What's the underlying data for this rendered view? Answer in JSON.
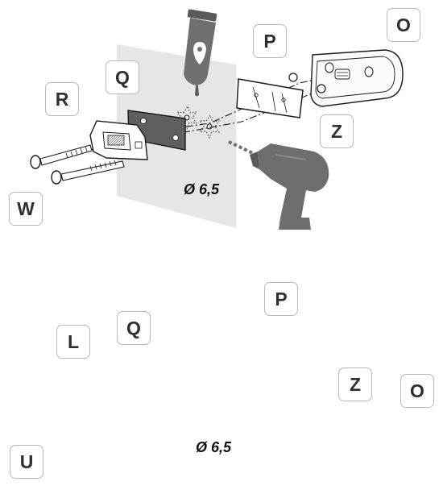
{
  "figures": [
    {
      "name": "top-assembly",
      "labels": {
        "O": "O",
        "P": "P",
        "Q": "Q",
        "R": "R",
        "Z": "Z",
        "W": "W"
      },
      "drill_size": "Ø 6,5"
    },
    {
      "name": "bottom-assembly",
      "labels": {
        "P": "P",
        "Q": "Q",
        "L": "L",
        "Z": "Z",
        "O": "O",
        "U": "U"
      },
      "drill_size": "Ø 6,5"
    }
  ],
  "colors": {
    "wall": "#e6e6e6",
    "drill": "#6e6e6e",
    "gasket": "#5f5f5f",
    "label_border": "#b9b9b9",
    "line": "#1a1a1a"
  },
  "icons": [
    "glue-tube-icon",
    "power-drill-icon",
    "screw-icon",
    "gasket-icon",
    "lens-plate-icon",
    "lamp-housing-icon",
    "mounting-bracket-icon",
    "star-washer-icon"
  ]
}
